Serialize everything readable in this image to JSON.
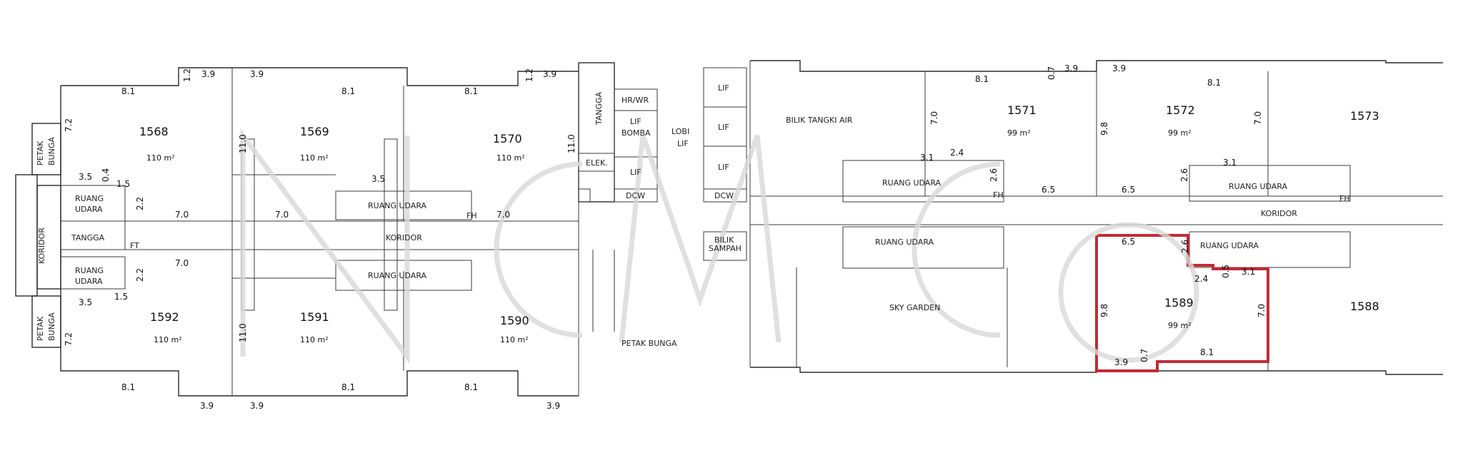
{
  "colors": {
    "line": "#2b2b2b",
    "highlight": "#c42a35",
    "watermark": "#d8d8d8"
  },
  "units": [
    {
      "id": "1568",
      "area": "110 m²"
    },
    {
      "id": "1569",
      "area": "110 m²"
    },
    {
      "id": "1570",
      "area": "110 m²"
    },
    {
      "id": "1592",
      "area": "110 m²"
    },
    {
      "id": "1591",
      "area": "110 m²"
    },
    {
      "id": "1590",
      "area": "110 m²"
    },
    {
      "id": "1571",
      "area": "99 m²"
    },
    {
      "id": "1572",
      "area": "99 m²"
    },
    {
      "id": "1573",
      "area": ""
    },
    {
      "id": "1589",
      "area": "99 m²"
    },
    {
      "id": "1588",
      "area": ""
    }
  ],
  "labels": {
    "koridor": "KORIDOR",
    "petak_bunga": "PETAK BUNGA",
    "petak": "PETAK",
    "bunga": "BUNGA",
    "ruang": "RUANG",
    "udara": "UDARA",
    "ruang_udara": "RUANG UDARA",
    "tangga": "TANGGA",
    "elek": "ELEK.",
    "hr_wr": "HR/WR",
    "lif": "LIF",
    "bomba": "BOMBA",
    "lobi": "LOBI",
    "dcw": "DCW",
    "bilik_tangki_air": "BILIK TANGKI AIR",
    "bilik": "BILIK",
    "sampah": "SAMPAH",
    "sky_garden": "SKY GARDEN",
    "ft": "FT",
    "fh": "FH"
  },
  "dims": [
    "8.1",
    "7.2",
    "3.9",
    "1.2",
    "11.0",
    "3.5",
    "0.4",
    "1.5",
    "2.2",
    "7.0",
    "0.7",
    "9.8",
    "2.6",
    "6.5",
    "2.4",
    "0.5",
    "3.1"
  ],
  "watermark": "NCMCo"
}
